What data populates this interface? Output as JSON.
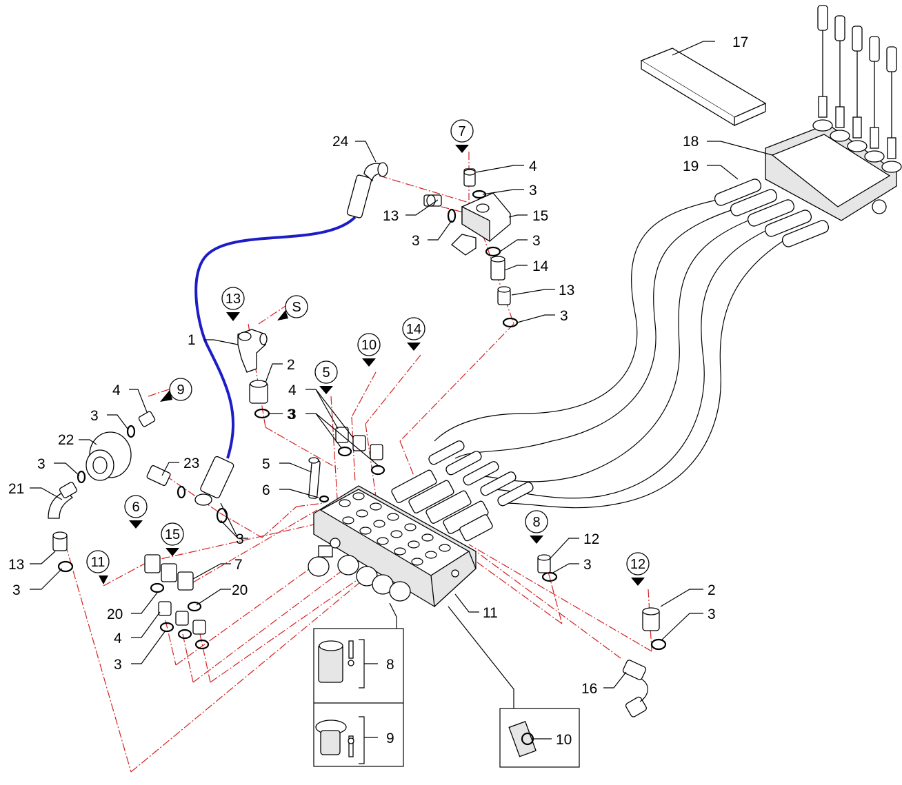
{
  "labels": {
    "l1": "1",
    "l2a": "2",
    "l2b": "2",
    "l3a": "3",
    "l3b": "3",
    "l3c": "3",
    "l3d": "3",
    "l3e": "3",
    "l3f": "3",
    "l3g": "3",
    "l3h": "3",
    "l3i": "3",
    "l3j": "3",
    "l3k": "3",
    "l3l": "3",
    "l3m": "3",
    "l4a": "4",
    "l4b": "4",
    "l4c": "4",
    "l4d": "4",
    "l5": "5",
    "l6": "6",
    "l7": "7",
    "l8": "8",
    "l9": "9",
    "l10": "10",
    "l11": "11",
    "l12": "12",
    "l13a": "13",
    "l13b": "13",
    "l13c": "13",
    "l14": "14",
    "l15": "15",
    "l16": "16",
    "l17": "17",
    "l18": "18",
    "l19": "19",
    "l20a": "20",
    "l20b": "20",
    "l21": "21",
    "l22": "22",
    "l23": "23",
    "l24": "24"
  },
  "callouts": {
    "c7": "7",
    "c13": "13",
    "cS": "S",
    "c9": "9",
    "c10": "10",
    "c14": "14",
    "c5": "5",
    "c6": "6",
    "c15": "15",
    "c11": "11",
    "c8": "8",
    "c12": "12"
  },
  "colors": {
    "hose_blue": "#1c1cc8",
    "centerline_red": "#d42020"
  }
}
